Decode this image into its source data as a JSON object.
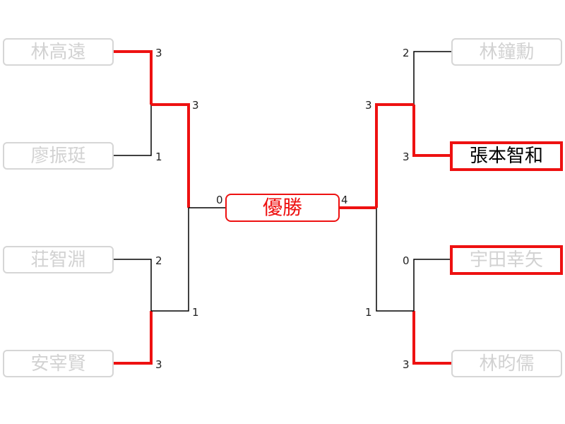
{
  "final_label": "優勝",
  "left": {
    "players": [
      "林高遠",
      "廖振珽",
      "荘智淵",
      "安宰賢"
    ],
    "round1_scores": [
      "3",
      "1",
      "2",
      "3"
    ],
    "semi_scores": [
      "3",
      "1"
    ],
    "final_score": "0"
  },
  "right": {
    "players": [
      "林鐘勳",
      "張本智和",
      "宇田幸矢",
      "林昀儒"
    ],
    "round1_scores": [
      "2",
      "3",
      "0",
      "3"
    ],
    "semi_scores": [
      "3",
      "1"
    ],
    "final_score": "4"
  },
  "colors": {
    "winner_line": "#ee1111",
    "loser_line": "#000000",
    "dim_text": "#d2d2d2"
  }
}
